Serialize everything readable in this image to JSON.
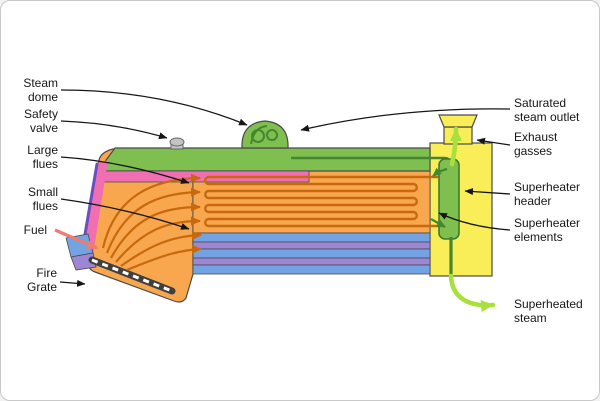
{
  "labels": {
    "steam_dome": [
      "Steam",
      "dome"
    ],
    "safety_valve": [
      "Safety",
      "valve"
    ],
    "large_flues": [
      "Large",
      "flues"
    ],
    "small_flues": [
      "Small",
      "flues"
    ],
    "fuel": "Fuel",
    "fire_grate": [
      "Fire",
      "Grate"
    ],
    "saturated_steam_outlet": [
      "Saturated",
      "steam outlet"
    ],
    "exhaust_gasses": [
      "Exhaust",
      "gasses"
    ],
    "superheater_header": [
      "Superheater",
      "header"
    ],
    "superheater_elements": [
      "Superheater",
      "elements"
    ],
    "superheated_steam": [
      "Superheated",
      "steam"
    ]
  },
  "colors": {
    "green": "#7fbf50",
    "greendark": "#45862f",
    "pink": "#f06eb2",
    "purple": "#9d86d6",
    "purpleedge": "#6a4fc0",
    "orange": "#f8a74f",
    "orangedark": "#c8690e",
    "blue": "#74a3e3",
    "yellow": "#f9ee57",
    "lightgreen": "#a8e03e",
    "salmon": "#f07b72",
    "valvegray": "#c4c4c4",
    "ink": "#161616"
  }
}
